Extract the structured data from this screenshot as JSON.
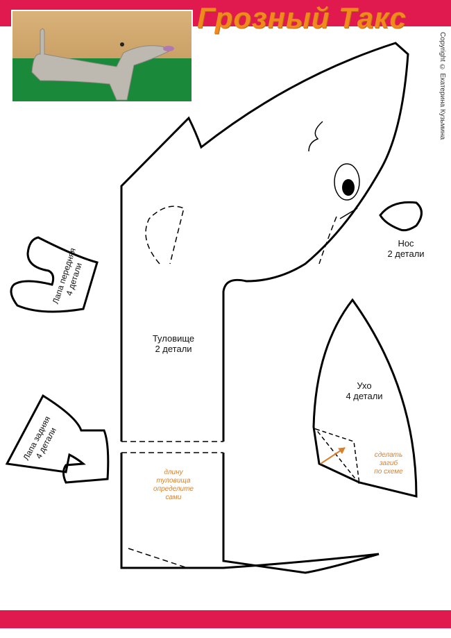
{
  "header": {
    "title": "Грозный Такс",
    "copyright": "Copyright © Екатерина Кузьмина"
  },
  "colors": {
    "band": "#e0194f",
    "title": "#f08a1e",
    "note": "#d9802a"
  },
  "pieces": {
    "body": {
      "name": "Туловище",
      "count": "2 детали"
    },
    "nose": {
      "name": "Нос",
      "count": "2 детали"
    },
    "ear": {
      "name": "Ухо",
      "count": "4 детали"
    },
    "front_paw": {
      "name": "Лапа передняя",
      "count": "4 детали"
    },
    "back_paw": {
      "name": "Лапа задняя",
      "count": "4 детали"
    }
  },
  "notes": {
    "body_length": [
      "длину",
      "туловища",
      "определите",
      "сами"
    ],
    "ear_fold": [
      "сделать",
      "загиб",
      "по схеме"
    ]
  }
}
